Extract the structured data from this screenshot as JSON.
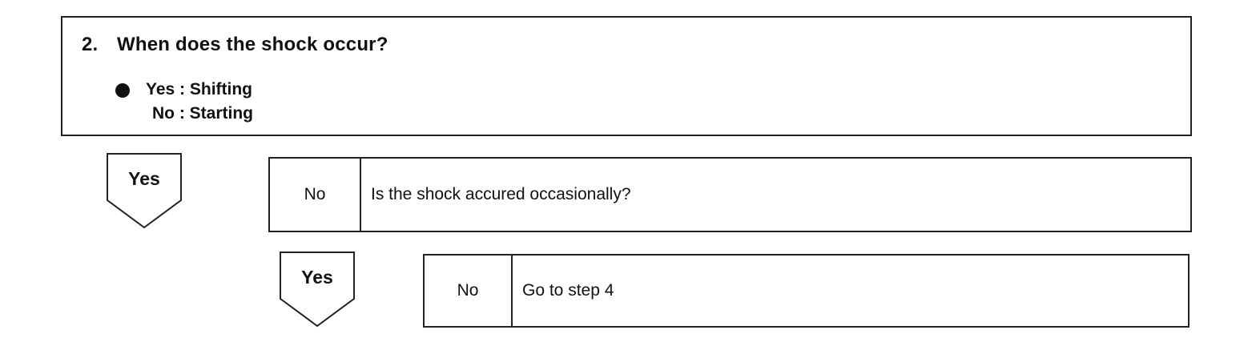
{
  "question": {
    "number": "2.",
    "title": "When does the shock occur?",
    "legend_yes": "Yes : Shifting",
    "legend_no": "No : Starting"
  },
  "branch_1": {
    "yes_label": "Yes",
    "no_label": "No",
    "text": "Is the shock accured occasionally?"
  },
  "branch_2": {
    "yes_label": "Yes",
    "no_label": "No",
    "text": "Go to step 4"
  },
  "colors": {
    "line": "#222222",
    "text": "#111111",
    "background": "#ffffff"
  }
}
